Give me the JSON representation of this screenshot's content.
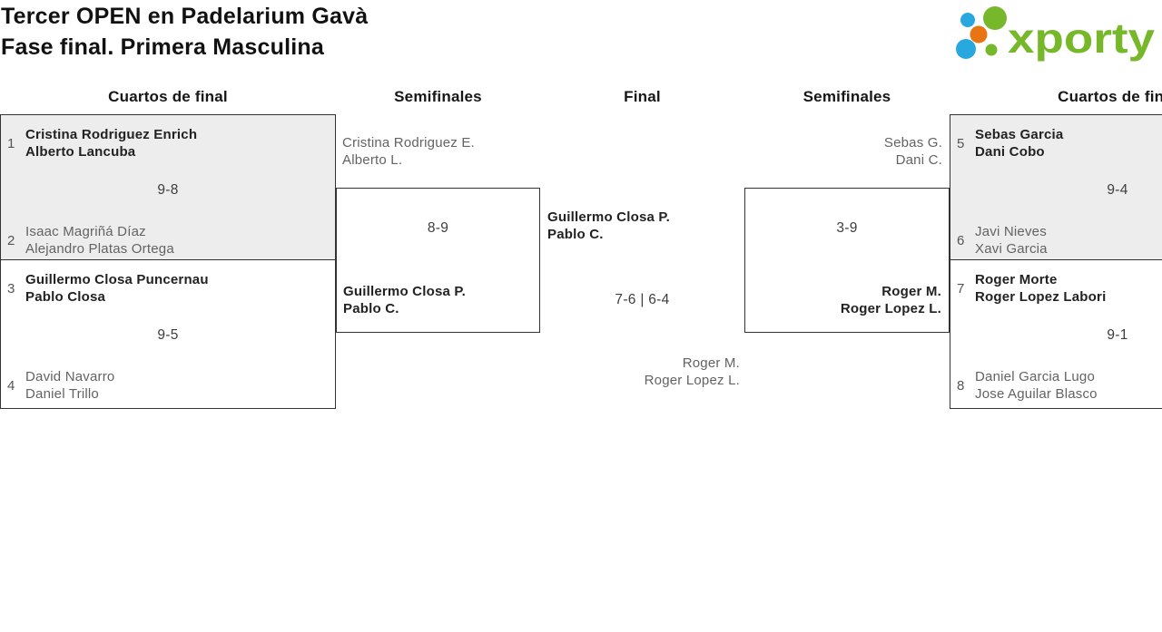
{
  "page_title": {
    "line1": "Tercer OPEN en Padelarium Gavà",
    "line2": "Fase final. Primera Masculina"
  },
  "logo": {
    "text": "xporty"
  },
  "colors": {
    "brand_green": "#76b82a",
    "brand_blue": "#29a8e0",
    "brand_orange": "#e87511",
    "shaded_box_bg": "#ededed",
    "box_border": "#333333"
  },
  "column_headers": [
    "Cuartos de final",
    "Semifinales",
    "Final",
    "Semifinales",
    "Cuartos de final"
  ],
  "matches": {
    "qf1": {
      "seed_a": "1",
      "a1": "Cristina Rodriguez Enrich",
      "a2": "Alberto Lancuba",
      "score": "9-8",
      "seed_b": "2",
      "b1": "Isaac Magriñá Díaz",
      "b2": "Alejandro Platas Ortega"
    },
    "qf2": {
      "seed_a": "3",
      "a1": "Guillermo Closa Puncernau",
      "a2": "Pablo Closa",
      "score": "9-5",
      "seed_b": "4",
      "b1": "David Navarro",
      "b2": "Daniel Trillo"
    },
    "sf_left": {
      "a1": "Cristina Rodriguez E.",
      "a2": "Alberto L.",
      "score": "8-9",
      "b1": "Guillermo Closa P.",
      "b2": "Pablo C."
    },
    "final": {
      "a1": "Guillermo Closa P.",
      "a2": "Pablo C.",
      "score": "7-6 | 6-4",
      "b1": "Roger M.",
      "b2": "Roger Lopez L."
    },
    "sf_right": {
      "a1": "Sebas G.",
      "a2": "Dani C.",
      "score": "3-9",
      "b1": "Roger M.",
      "b2": "Roger Lopez L."
    },
    "qf3": {
      "seed_a": "5",
      "a1": "Sebas Garcia",
      "a2": "Dani Cobo",
      "score": "9-4",
      "seed_b": "6",
      "b1": "Javi Nieves",
      "b2": "Xavi Garcia"
    },
    "qf4": {
      "seed_a": "7",
      "a1": "Roger Morte",
      "a2": "Roger Lopez Labori",
      "score": "9-1",
      "seed_b": "8",
      "b1": "Daniel Garcia Lugo",
      "b2": "Jose Aguilar Blasco"
    }
  }
}
